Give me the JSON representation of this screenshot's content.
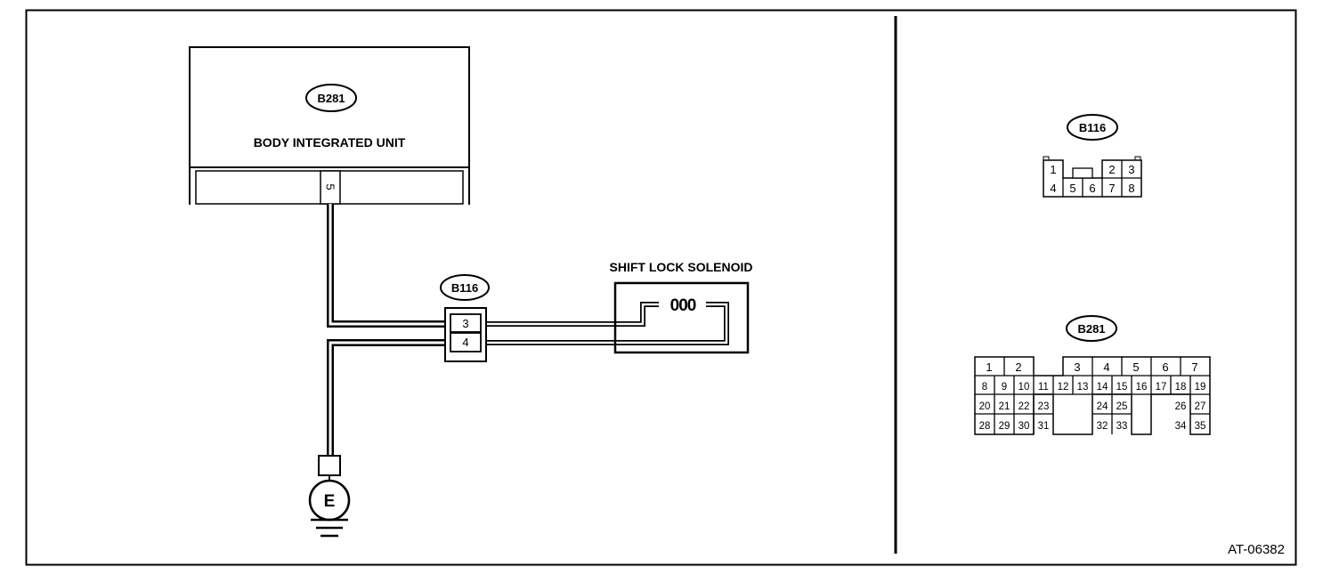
{
  "figure_id": "AT-06382",
  "units": {
    "body_unit": {
      "code": "B281",
      "name": "BODY INTEGRATED UNIT",
      "pin": "5"
    },
    "solenoid": {
      "name": "SHIFT LOCK SOLENOID",
      "coil_symbol": "000"
    },
    "ground": {
      "symbol": "E"
    }
  },
  "wiring_connector": {
    "code": "B116",
    "pins": [
      "3",
      "4"
    ]
  },
  "connector_views": {
    "b116": {
      "code": "B116",
      "top_row": [
        "1",
        "2",
        "3"
      ],
      "bottom_row": [
        "4",
        "5",
        "6",
        "7",
        "8"
      ]
    },
    "b281": {
      "code": "B281",
      "row1": [
        "1",
        "2",
        "3",
        "4",
        "5",
        "6",
        "7"
      ],
      "row2": [
        "8",
        "9",
        "10",
        "11",
        "12",
        "13",
        "14",
        "15",
        "16",
        "17",
        "18",
        "19"
      ],
      "row3": [
        "20",
        "21",
        "22",
        "23",
        "24",
        "25",
        "26",
        "27"
      ],
      "row4": [
        "28",
        "29",
        "30",
        "31",
        "32",
        "33",
        "34",
        "35"
      ]
    }
  }
}
